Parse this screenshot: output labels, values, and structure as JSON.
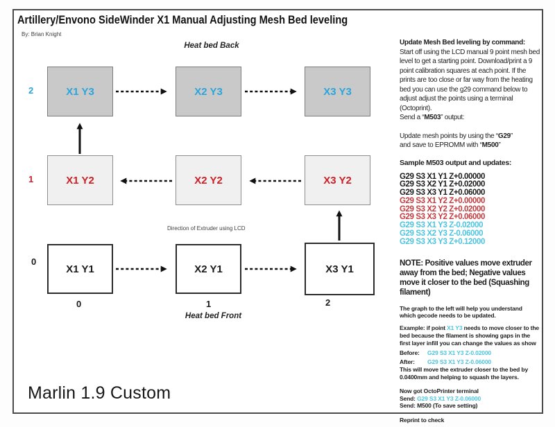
{
  "page": {
    "title": "Artillery/Envono SideWinder X1 Manual Adjusting Mesh Bed leveling",
    "byline": "By: Brian Knight",
    "footer": "Marlin 1.9 Custom"
  },
  "colors": {
    "node_cyan": "#2aa5dc",
    "node_red": "#cc2026",
    "node_black": "#1a1a1a",
    "code_red": "#c43a3e",
    "code_cyan": "#4ec4de",
    "arrow_black": "#111111"
  },
  "diagram": {
    "back_label": "Heat bed Back",
    "front_label": "Heat bed Front",
    "direction_note": "Direction of Extruder using LCD",
    "row_axis_labels": [
      {
        "text": "2",
        "color": "#2aa5dc"
      },
      {
        "text": "1",
        "color": "#cc2026"
      },
      {
        "text": "0",
        "color": "#1a1a1a"
      }
    ],
    "col_axis_labels": [
      "0",
      "1",
      "2"
    ],
    "rows": [
      {
        "name": "Y3",
        "fill": "#c9c9c9",
        "text_color": "#2aa5dc",
        "cells": [
          "X1 Y3",
          "X2 Y3",
          "X3 Y3"
        ]
      },
      {
        "name": "Y2",
        "fill": "#f0f0f0",
        "text_color": "#cc2026",
        "cells": [
          "X1 Y2",
          "X2 Y2",
          "X3 Y2"
        ]
      },
      {
        "name": "Y1",
        "fill": "#ffffff",
        "text_color": "#1a1a1a",
        "cells": [
          "X1 Y1",
          "X2 Y1",
          "X3 Y1"
        ]
      }
    ]
  },
  "panel": {
    "heading": "Update Mesh Bed leveling by command:",
    "intro": "Start off using the LCD manual 9 point mesh bed level to get a starting point. Download/print a 9 point calibration squares at each point.  If the prints are too close or far way from the heating bed you can use the g29 command below to adjust adjust the points using a terminal (Octoprint).",
    "send_pre": "Send a  “",
    "send_code": "M503",
    "send_post": "” output:",
    "update1_pre": "Update mesh points by using  the “",
    "update1_code": "G29",
    "update1_post": "”",
    "update2_pre": "and save to EPROMM with “",
    "update2_code": "M500",
    "update2_post": "”",
    "sample_heading": "Sample M503 output and updates:",
    "gcode_lines": [
      {
        "text": "G29 S3 X1 Y1 Z+0.00000",
        "color": "#1a1a1a"
      },
      {
        "text": "G29 S3 X2 Y1 Z+0.02000",
        "color": "#1a1a1a"
      },
      {
        "text": "G29 S3 X3 Y1 Z+0.06000",
        "color": "#1a1a1a"
      },
      {
        "text": "G29 S3 X1 Y2 Z+0.00000",
        "color": "#c43a3e"
      },
      {
        "text": "G29 S3 X2 Y2 Z+0.02000",
        "color": "#c43a3e"
      },
      {
        "text": "G29 S3 X3 Y2 Z+0.06000",
        "color": "#c43a3e"
      },
      {
        "text": "G29 S3 X1 Y3 Z-0.02000",
        "color": "#4ec4de"
      },
      {
        "text": "G29 S3 X2 Y3 Z-0.06000",
        "color": "#4ec4de"
      },
      {
        "text": "G29 S3 X3 Y3 Z+0.12000",
        "color": "#4ec4de"
      }
    ],
    "note": "NOTE: Positive values move extruder away from the bed;  Negative values move it closer to the bed  (Squashing filament)",
    "graph_note": "The graph to the left will help you understand which gecode needs to be updated.",
    "example": {
      "pre": "Example: if point ",
      "point": "X1 Y3",
      "post": " needs to move closer to the bed because the filament is showing gaps in the first layer infill you can change the values as show",
      "before_label": "Before:",
      "before_code": "G29 S3 X1 Y3 Z-0.02000",
      "after_label": "After:",
      "after_code": "G29 S3 X1 Y3 Z-0.06000",
      "result": "This will move the extruder closer to the bed by 0.0400mm and helping to squash the layers."
    },
    "octo": {
      "title": "Now got OctoPrinter terminal",
      "send1_label": "Send:",
      "send1_code": "G29 S3 X1 Y3 Z-0.06000",
      "send2_label": "Send:",
      "send2_text": "M500  (To save setting)"
    },
    "reprint": "Reprint to check"
  }
}
